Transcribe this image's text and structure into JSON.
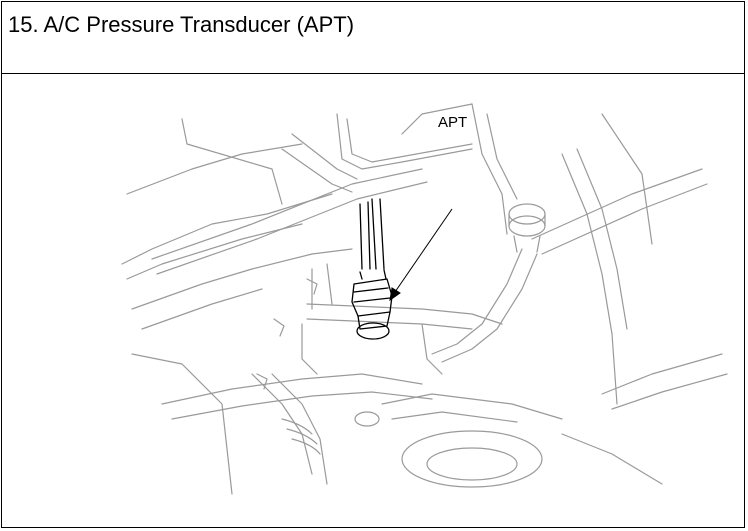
{
  "title": "15. A/C Pressure Transducer (APT)",
  "figure": {
    "subject": "line-drawing-engine-bay",
    "callout_label": "APT",
    "line_color": "#9a9a9a",
    "ink_color": "#000000"
  }
}
